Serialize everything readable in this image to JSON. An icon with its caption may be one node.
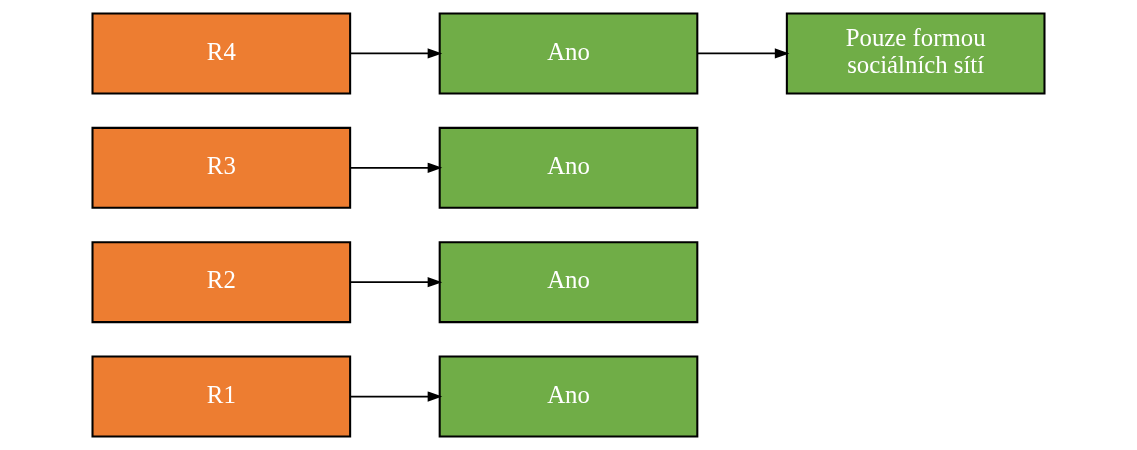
{
  "diagram": {
    "nodes": [
      {
        "text": [
          "R1"
        ]
      },
      {
        "text": [
          "Ano"
        ]
      },
      {
        "text": [
          "R2"
        ]
      },
      {
        "text": [
          "Ano"
        ]
      },
      {
        "text": [
          "R3"
        ]
      },
      {
        "text": [
          "Ano"
        ]
      },
      {
        "text": [
          "R4"
        ]
      },
      {
        "text": [
          "Ano"
        ]
      },
      {
        "text": [
          "Pouze formou sociálních sítí"
        ]
      }
    ],
    "edges": [
      {
        "from": 0,
        "to": 1,
        "arrow": "to"
      },
      {
        "from": 2,
        "to": 3,
        "arrow": "to"
      },
      {
        "from": 4,
        "to": 5,
        "arrow": "to"
      },
      {
        "from": 6,
        "to": 7,
        "arrow": "to"
      },
      {
        "from": 7,
        "to": 8,
        "arrow": "to"
      }
    ]
  }
}
